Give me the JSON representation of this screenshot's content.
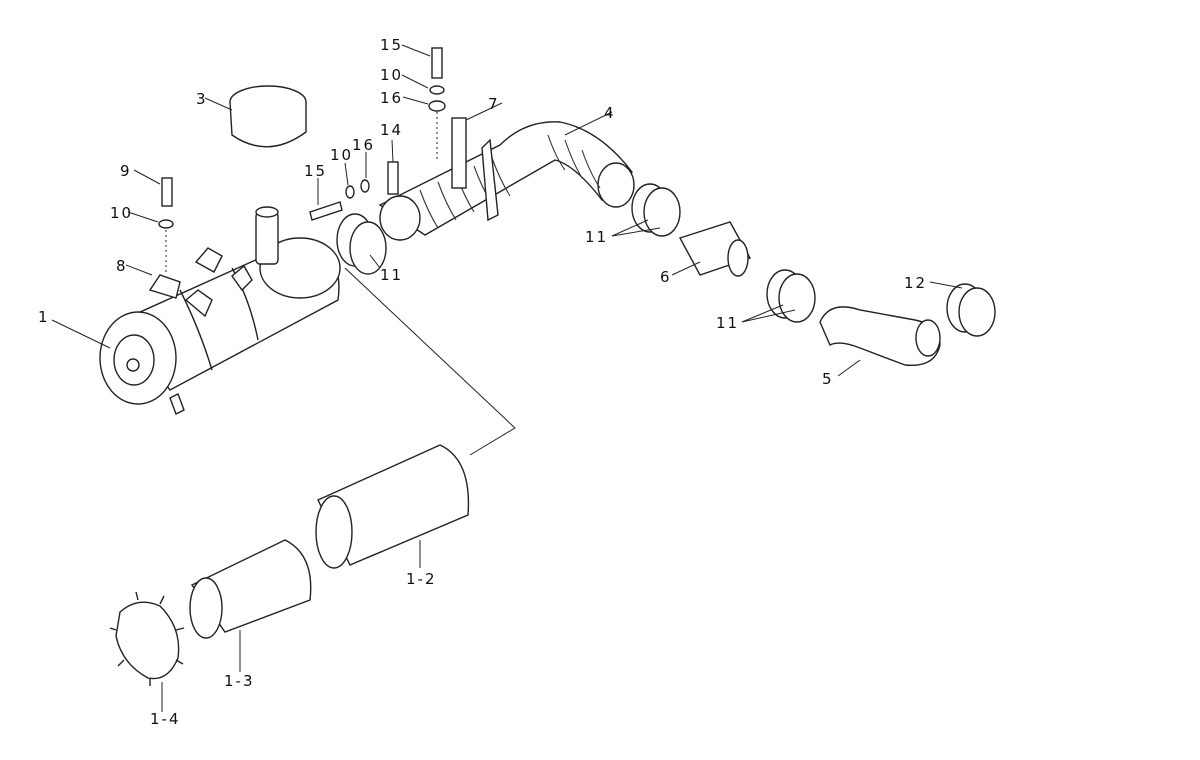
{
  "callouts": {
    "c1": "1",
    "c1_2": "1-2",
    "c1_3": "1-3",
    "c1_4": "1-4",
    "c3": "3",
    "c4": "4",
    "c5": "5",
    "c6": "6",
    "c7": "7",
    "c8": "8",
    "c9": "9",
    "c10_a": "10",
    "c10_b": "10",
    "c10_c": "10",
    "c11_a": "11",
    "c11_b": "11",
    "c11_c": "11",
    "c12": "12",
    "c14": "14",
    "c15_a": "15",
    "c15_b": "15",
    "c16_a": "16",
    "c16_b": "16"
  }
}
